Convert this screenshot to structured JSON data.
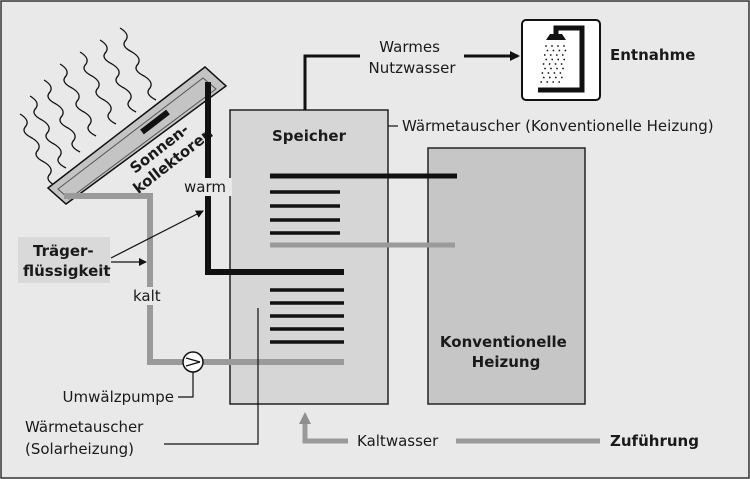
{
  "colors": {
    "background": "#e9e9e9",
    "tank_fill": "#d6d6d6",
    "conv_fill": "#c6c6c6",
    "dark_pipe": "#111111",
    "gray_pipe": "#9a9a9a",
    "label_box": "#dcdcdc",
    "border": "#333333"
  },
  "icons": {
    "sun_rays": "wavy-rays-icon",
    "shower": "shower-icon",
    "pump": "pump-icon"
  },
  "labels": {
    "warm_water": [
      "Warmes",
      "Nutzwasser"
    ],
    "extraction": "Entnahme",
    "storage": "Speicher",
    "heat_exchanger_conv": "Wärmetauscher (Konventionelle Heizung)",
    "collectors": [
      "Sonnen-",
      "kollektoren"
    ],
    "warm": "warm",
    "carrier_fluid": [
      "Träger-",
      "flüssigkeit"
    ],
    "cold": "kalt",
    "conventional_heating": [
      "Konventionelle",
      "Heizung"
    ],
    "pump": "Umwälzpumpe",
    "heat_exchanger_solar": [
      "Wärmetauscher",
      "(Solarheizung)"
    ],
    "cold_water": "Kaltwasser",
    "supply": "Zuführung"
  }
}
